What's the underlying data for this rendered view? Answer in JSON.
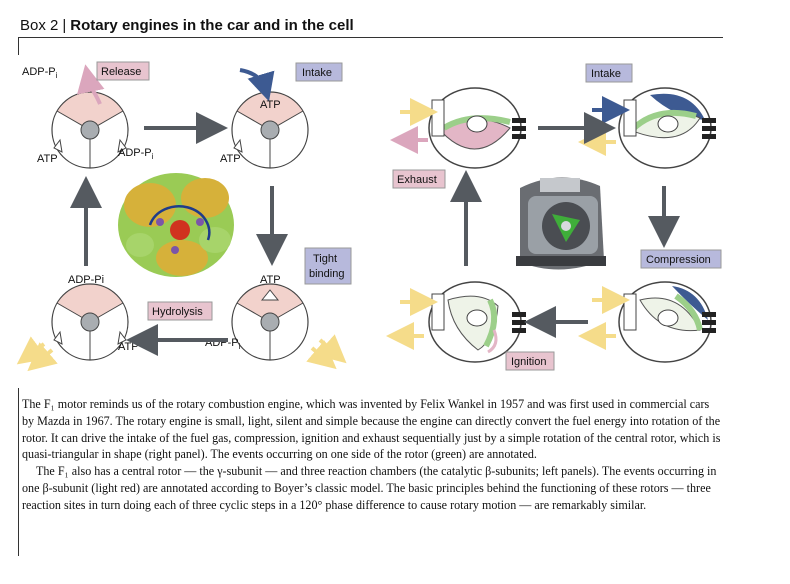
{
  "box": {
    "label": "Box 2",
    "separator": "|",
    "title": "Rotary engines in the car and in the cell"
  },
  "left_panel": {
    "tags": {
      "release": "Release",
      "intake": "Intake",
      "tight_binding_1": "Tight",
      "tight_binding_2": "binding",
      "hydrolysis": "Hydrolysis"
    },
    "labels": {
      "adp_pi_tl": "ADP-P",
      "adp_pi_tl_sub": "i",
      "atp_tl": "ATP",
      "adp_pi_tl2": "ADP-P",
      "adp_pi_tl2_sub": "i",
      "atp_tr_top": "ATP",
      "atp_tr_left": "ATP",
      "atp_br_top": "ATP",
      "adp_pi_br": "ADP-P",
      "adp_pi_br_sub": "i",
      "adp_pi_bl": "ADP-Pi",
      "atp_bl": "ATP"
    }
  },
  "right_panel": {
    "tags": {
      "intake": "Intake",
      "exhaust": "Exhaust",
      "compression": "Compression",
      "ignition": "Ignition"
    }
  },
  "caption": {
    "p1": "The F₁ motor reminds us of the rotary combustion engine, which was invented by Felix Wankel in 1957 and was first used in commercial cars by Mazda in 1967. The rotary engine is small, light, silent and simple because the engine can directly convert the fuel energy into rotation of the rotor. It can drive the intake of the fuel gas, compression, ignition and exhaust sequentially just by a simple rotation of the central rotor, which is quasi-triangular in shape (right panel). The events occurring on one side of the rotor (green) are annotated.",
    "p2": "The F₁ also has a central rotor — the γ-subunit — and three reaction chambers (the catalytic β-subunits; left panels). The events occurring in one β-subunit (light red) are annotated according to Boyer’s classic model. The basic principles behind the functioning of these rotors — three reaction sites in turn doing each of three cyclic steps in a 120° phase difference to cause rotary motion — are remarkably similar."
  },
  "colors": {
    "tag_pink": "#e8c4cf",
    "tag_blue": "#b7b9dc",
    "beta_red": "#f2d2cc",
    "rotor_green": "#9ccf8a",
    "chamber_pink": "#e3b6c6",
    "arrow_gray": "#555a60",
    "arrow_yellow": "#f5dc8a",
    "arrow_blue": "#3d5a92",
    "arrow_pink": "#dba6bd"
  }
}
